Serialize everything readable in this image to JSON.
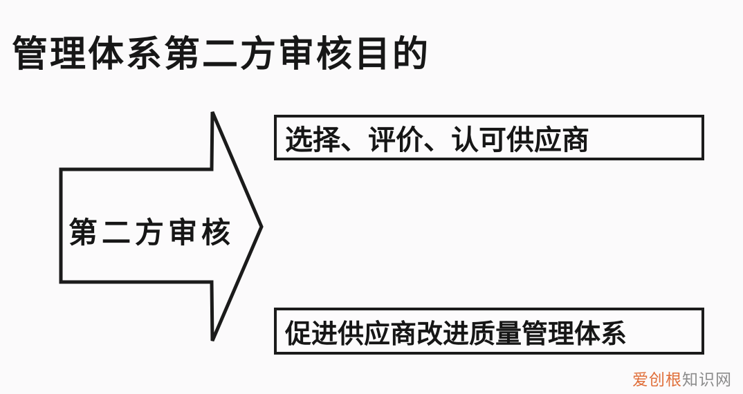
{
  "page": {
    "title": "管理体系第二方审核目的"
  },
  "diagram": {
    "type": "block-arrow-flow",
    "arrow": {
      "label": "第二方审核",
      "direction": "right"
    },
    "outcomes": [
      {
        "label": "选择、评价、认可供应商"
      },
      {
        "label": "促进供应商改进质量管理体系"
      }
    ]
  },
  "watermark": {
    "brand": "爱创根",
    "suffix": "知识网"
  },
  "colors": {
    "background": "#fbfafb",
    "ink": "#1b1b1b",
    "box_fill": "#fcfbfc",
    "watermark_brand": "#e06f3a",
    "watermark_suffix": "#8c8c8c"
  }
}
